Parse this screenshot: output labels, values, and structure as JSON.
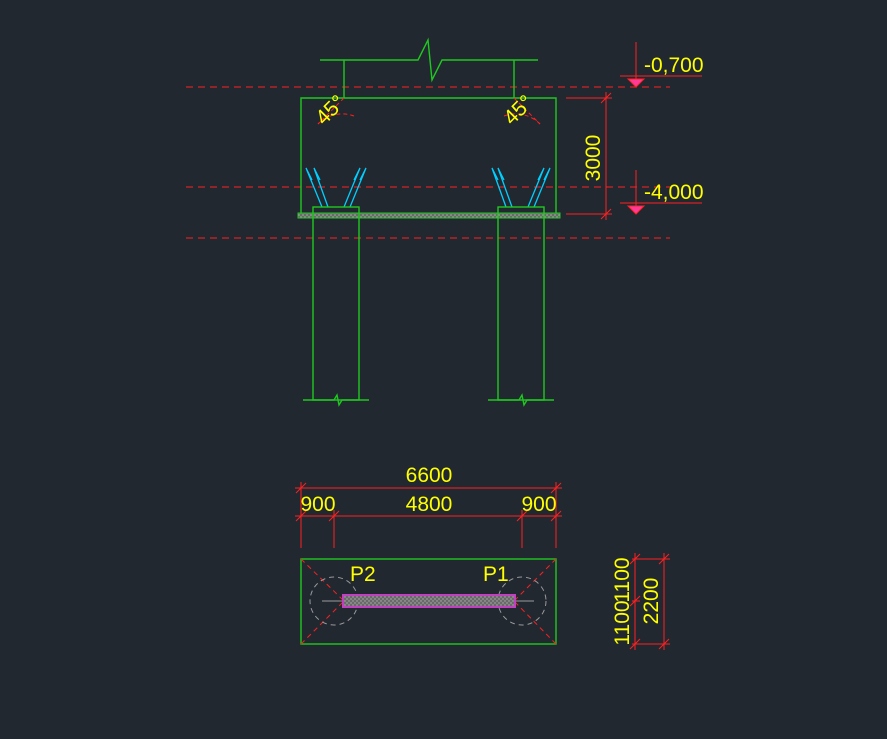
{
  "colors": {
    "background": "#212830",
    "structure": "#1fc81f",
    "dimension": "#ff2020",
    "text": "#ffff00",
    "rebar": "#00d0ff",
    "slab": "#c040c0",
    "circle": "#9a9a9a"
  },
  "elevation": {
    "level_top": "-0,700",
    "level_bottom": "-4,000",
    "height": "3000",
    "angle_left": "45°",
    "angle_right": "45°"
  },
  "plan": {
    "overall": "6600",
    "left_edge": "900",
    "center": "4800",
    "right_edge": "900",
    "pile_left": "P2",
    "pile_right": "P1",
    "half_top": "1100",
    "half_bottom": "1100",
    "width": "2200"
  }
}
